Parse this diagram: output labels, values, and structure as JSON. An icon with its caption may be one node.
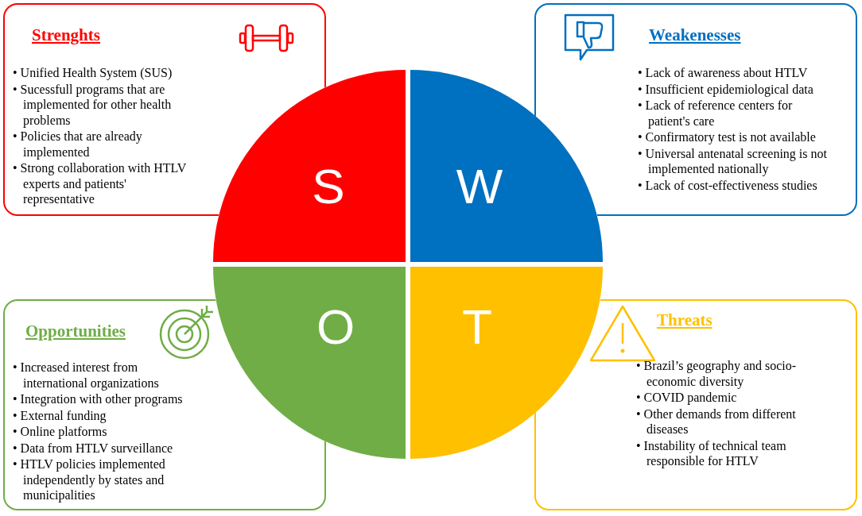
{
  "diagram": {
    "nodes": [
      {
        "text": [
          "Strenghts",
          "• Unified Health System (SUS)",
          "• Sucessfull programs that are implemented for other health problems",
          "• Policies that are already implemented",
          "• Strong collaboration with HTLV experts and patients' representative"
        ]
      },
      {
        "text": [
          "Weakenesses",
          "• Lack of awareness about HTLV",
          "• Insufficient epidemiological data",
          "• Lack of reference centers for patient's care",
          "• Confirmatory test is not available",
          "• Universal antenatal screening is not implemented nationally",
          "• Lack of cost-effectiveness studies"
        ]
      },
      {
        "text": [
          "S"
        ]
      },
      {
        "text": [
          "W"
        ]
      },
      {
        "text": [
          "O"
        ]
      },
      {
        "text": [
          "T"
        ]
      },
      {
        "text": [
          "Opportunities",
          "• Increased interest from international organizations",
          "• Integration with other programs",
          "• External funding",
          "• Online platforms",
          "• Data from HTLV surveillance",
          "• HTLV policies implemented independently by states and municipalities"
        ]
      },
      {
        "text": [
          "Threats",
          "• Brazil’s geography and socio-economic diversity",
          "• COVID pandemic",
          "• Other demands from different diseases",
          "• Instability of technical team responsible for HTLV"
        ]
      }
    ],
    "edges": []
  }
}
